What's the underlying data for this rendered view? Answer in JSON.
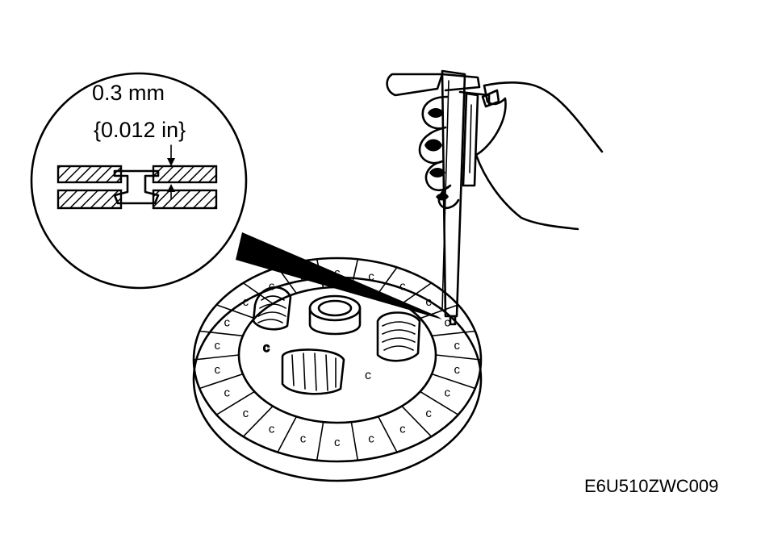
{
  "detail_callout": {
    "dimension_mm": "0.3 mm",
    "dimension_in": "{0.012 in}"
  },
  "figure_code": "E6U510ZWC009",
  "icons": {
    "disc": "clutch-disc-icon",
    "caliper": "vernier-caliper-icon",
    "hand": "hand-icon",
    "rivet_section": "rivet-section-icon"
  }
}
